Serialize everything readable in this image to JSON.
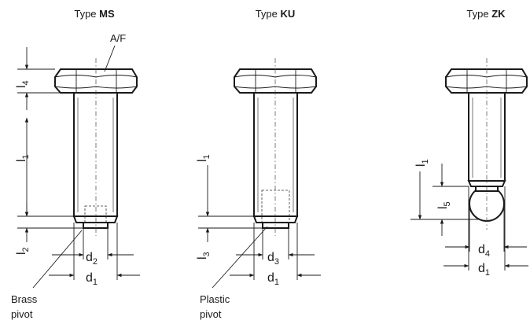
{
  "views": [
    {
      "type_prefix": "Type ",
      "type_code": "MS",
      "head_label": "A/F",
      "labels": {
        "l4": "l",
        "l4_sub": "4",
        "l1": "l",
        "l1_sub": "1",
        "l2": "l",
        "l2_sub": "2",
        "d2": "d",
        "d2_sub": "2",
        "d1": "d",
        "d1_sub": "1"
      },
      "pivot_note": [
        "Brass",
        "pivot"
      ]
    },
    {
      "type_prefix": "Type ",
      "type_code": "KU",
      "labels": {
        "l1": "l",
        "l1_sub": "1",
        "l3": "l",
        "l3_sub": "3",
        "d3": "d",
        "d3_sub": "3",
        "d1": "d",
        "d1_sub": "1"
      },
      "pivot_note": [
        "Plastic",
        "pivot"
      ]
    },
    {
      "type_prefix": "Type ",
      "type_code": "ZK",
      "labels": {
        "l1": "l",
        "l1_sub": "1",
        "l5": "l",
        "l5_sub": "5",
        "d4": "d",
        "d4_sub": "4",
        "d1": "d",
        "d1_sub": "1"
      }
    }
  ]
}
